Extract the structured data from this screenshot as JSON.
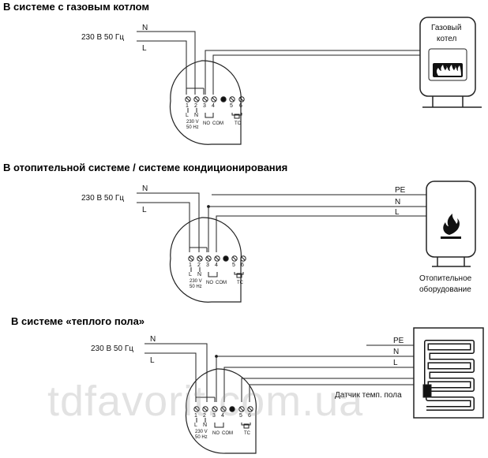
{
  "sections": [
    {
      "title": "В системе с газовым котлом",
      "supply": "230 В 50 Гц",
      "wire_n": "N",
      "wire_l": "L",
      "terminals": [
        "1",
        "2",
        "3",
        "4",
        "5",
        "6"
      ],
      "under": [
        "L",
        "N"
      ],
      "volt": "230 V",
      "hz": "50 Hz",
      "no": "NO",
      "com": "COM",
      "tc": "TC",
      "device": [
        "Газовый",
        "котел"
      ]
    },
    {
      "title": "В отопительной системе / системе кондиционирования",
      "supply": "230 В 50 Гц",
      "wire_n": "N",
      "wire_l": "L",
      "terminals": [
        "1",
        "2",
        "3",
        "4",
        "5",
        "6"
      ],
      "under": [
        "L",
        "N"
      ],
      "volt": "230 V",
      "hz": "50 Hz",
      "no": "NO",
      "com": "COM",
      "tc": "TC",
      "pe": "PE",
      "n_right": "N",
      "l_right": "L",
      "device": [
        "Отопительное",
        "оборудование"
      ]
    },
    {
      "title": "В системе «теплого пола»",
      "supply": "230 В 50 Гц",
      "wire_n": "N",
      "wire_l": "L",
      "terminals": [
        "1",
        "2",
        "3",
        "4",
        "5",
        "6"
      ],
      "under": [
        "L",
        "N"
      ],
      "volt": "230 V",
      "hz": "50 Hz",
      "no": "NO",
      "com": "COM",
      "tc": "TC",
      "pe": "PE",
      "n_right": "N",
      "l_right": "L",
      "sensor": "Датчик темп. пола"
    }
  ],
  "watermark": "tdfavorit.com.ua"
}
